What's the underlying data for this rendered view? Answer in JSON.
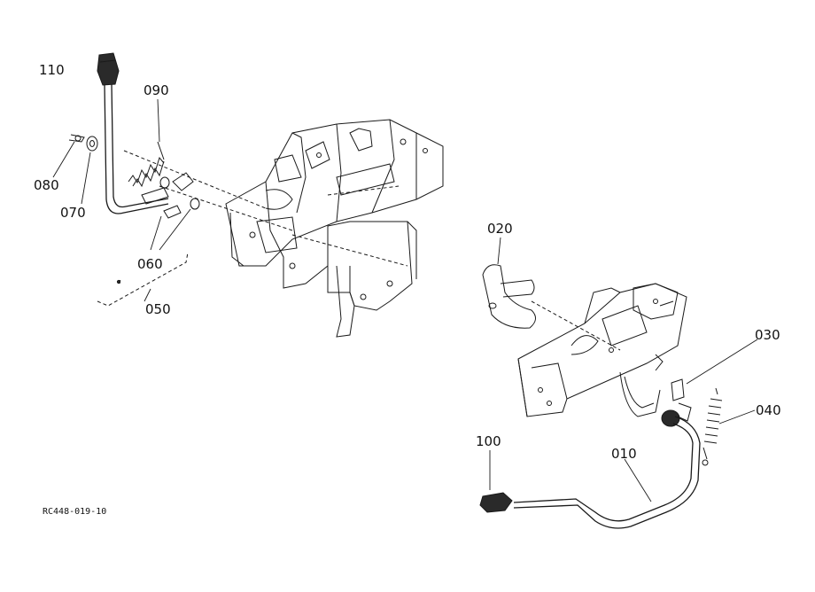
{
  "callouts": {
    "c110": "110",
    "c090": "090",
    "c080": "080",
    "c070": "070",
    "c060": "060",
    "c050": "050",
    "c020": "020",
    "c030": "030",
    "c040": "040",
    "c100": "100",
    "c010": "010"
  },
  "reference_code": "RC448-019-10"
}
